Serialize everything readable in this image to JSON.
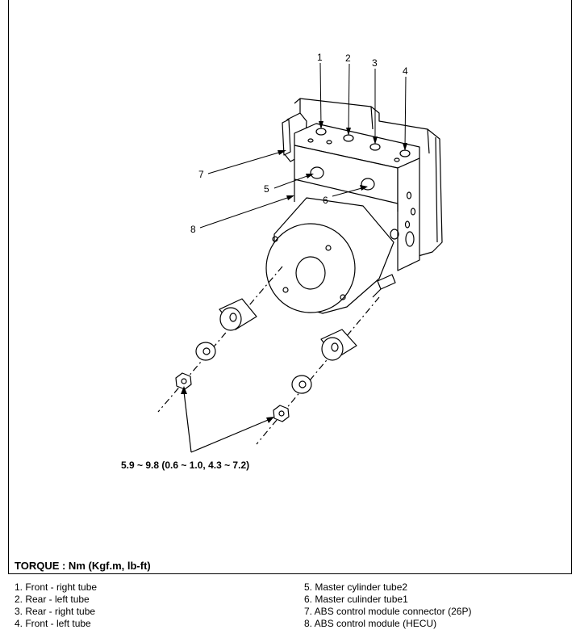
{
  "callouts": {
    "c1": "1",
    "c2": "2",
    "c3": "3",
    "c4": "4",
    "c5": "5",
    "c6": "6",
    "c7": "7",
    "c8": "8"
  },
  "torque_spec": "5.9 ~ 9.8 (0.6 ~ 1.0, 4.3 ~ 7.2)",
  "torque_title": "TORQUE : Nm (Kgf.m, lb-ft)",
  "legend": {
    "left": [
      "1. Front - right tube",
      "2. Rear - left tube",
      "3. Rear - right tube",
      "4. Front - left tube"
    ],
    "right": [
      "5. Master cylinder tube2",
      "6. Master culinder tube1",
      "7. ABS control module connector (26P)",
      "8. ABS control module (HECU)"
    ]
  }
}
